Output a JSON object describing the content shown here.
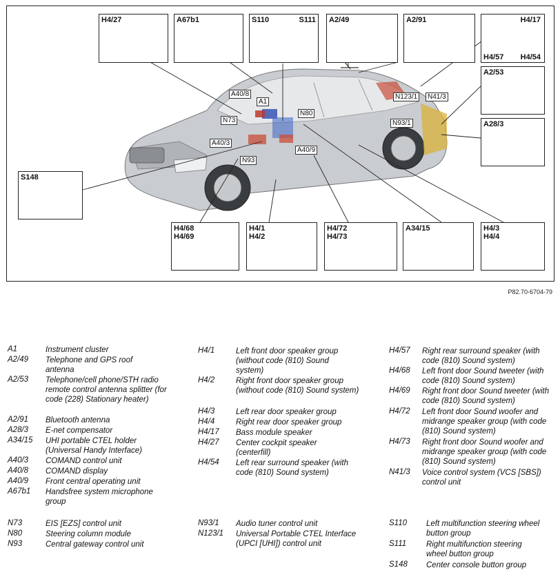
{
  "reference_code": "P82.70-6704-79",
  "callout_boxes": [
    {
      "id": "h4-27",
      "lines": [
        "H4/27"
      ],
      "icon": "speaker-icon"
    },
    {
      "id": "a67b1",
      "lines": [
        "A67b1"
      ],
      "icon": "rearview-mirror-icon"
    },
    {
      "id": "s110-s111",
      "lines": [
        "S110",
        "S111"
      ],
      "icon": "steering-wheel-icon"
    },
    {
      "id": "a2-49",
      "lines": [
        "A2/49"
      ],
      "icon": "roof-antenna-icon"
    },
    {
      "id": "a2-91",
      "lines": [
        "A2/91"
      ],
      "icon": "bluetooth-module-icon"
    },
    {
      "id": "h4-17",
      "lines": [
        "H4/17",
        "H4/57",
        "H4/54"
      ],
      "icon": "bass-module-icon"
    },
    {
      "id": "a2-53",
      "lines": [
        "A2/53"
      ],
      "icon": "antenna-splitter-icon"
    },
    {
      "id": "a28-3",
      "lines": [
        "A28/3"
      ],
      "icon": "control-unit-icon"
    },
    {
      "id": "s148",
      "lines": [
        "S148"
      ],
      "icon": "button-group-icon"
    },
    {
      "id": "h4-68",
      "lines": [
        "H4/68",
        "H4/69"
      ],
      "icon": "tweeter-icon"
    },
    {
      "id": "h4-1",
      "lines": [
        "H4/1",
        "H4/2"
      ],
      "icon": "door-speaker-icon"
    },
    {
      "id": "h4-72",
      "lines": [
        "H4/72",
        "H4/73"
      ],
      "icon": "woofer-icon"
    },
    {
      "id": "a34-15",
      "lines": [
        "A34/15"
      ],
      "icon": "phone-holder-icon"
    },
    {
      "id": "h4-3",
      "lines": [
        "H4/3",
        "H4/4"
      ],
      "icon": "rear-speaker-icon"
    }
  ],
  "car_tags": [
    "A40/8",
    "A1",
    "N73",
    "N80",
    "A40/3",
    "N93",
    "A40/9",
    "N123/1",
    "N41/3",
    "N93/1"
  ],
  "legend": {
    "col1": [
      {
        "code": "A1",
        "desc": "Instrument cluster"
      },
      {
        "code": "A2/49",
        "desc": "Telephone and GPS roof antenna"
      },
      {
        "code": "A2/53",
        "desc": "Telephone/cell phone/STH radio remote control antenna splitter (for code (228) Stationary heater)"
      },
      {
        "code": "A2/91",
        "desc": "Bluetooth antenna"
      },
      {
        "code": "A28/3",
        "desc": "E-net compensator"
      },
      {
        "code": "A34/15",
        "desc": "UHI portable CTEL holder (Universal Handy Interface)"
      },
      {
        "code": "A40/3",
        "desc": "COMAND control unit"
      },
      {
        "code": "A40/8",
        "desc": "COMAND display"
      },
      {
        "code": "A40/9",
        "desc": "Front central operating unit"
      },
      {
        "code": "A67b1",
        "desc": "Handsfree system microphone group"
      },
      {
        "code": "N73",
        "desc": "EIS [EZS] control unit"
      },
      {
        "code": "N80",
        "desc": "Steering column module"
      },
      {
        "code": "N93",
        "desc": "Central gateway control unit"
      }
    ],
    "col2": [
      {
        "code": "H4/1",
        "desc": "Left front door speaker group (without code (810) Sound system)"
      },
      {
        "code": "H4/2",
        "desc": "Right front door speaker group (without code (810) Sound system)"
      },
      {
        "code": "H4/3",
        "desc": "Left rear door speaker group"
      },
      {
        "code": "H4/4",
        "desc": "Right rear door speaker group"
      },
      {
        "code": "H4/17",
        "desc": "Bass module speaker"
      },
      {
        "code": "H4/27",
        "desc": "Center cockpit speaker (centerfill)"
      },
      {
        "code": "H4/54",
        "desc": "Left rear surround speaker (with code (810) Sound system)"
      },
      {
        "code": "N93/1",
        "desc": "Audio tuner control unit"
      },
      {
        "code": "N123/1",
        "desc": "Universal Portable CTEL Interface (UPCI [UHI]) control unit"
      }
    ],
    "col3": [
      {
        "code": "H4/57",
        "desc": "Right rear surround speaker (with code (810) Sound system)"
      },
      {
        "code": "H4/68",
        "desc": "Left front door Sound tweeter (with code (810) Sound system)"
      },
      {
        "code": "H4/69",
        "desc": "Right front door Sound tweeter (with code (810) Sound system)"
      },
      {
        "code": "H4/72",
        "desc": "Left front door Sound woofer and midrange speaker group (with code (810) Sound system)"
      },
      {
        "code": "H4/73",
        "desc": "Right front door Sound woofer and midrange speaker group (with code (810) Sound system)"
      },
      {
        "code": "N41/3",
        "desc": "Voice control system (VCS [SBS]) control unit"
      },
      {
        "code": "S110",
        "desc": "Left multifunction steering wheel button group"
      },
      {
        "code": "S111",
        "desc": "Right multifunction steering wheel button group"
      },
      {
        "code": "S148",
        "desc": "Center console button group"
      }
    ]
  }
}
